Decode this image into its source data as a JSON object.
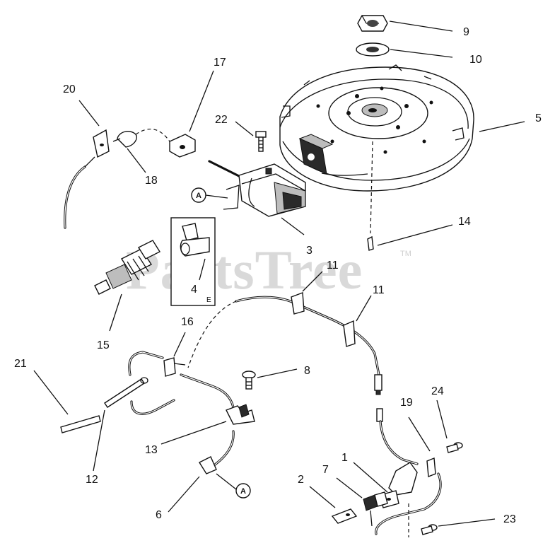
{
  "watermark": {
    "text": "PartsTree",
    "trademark": "TM"
  },
  "callouts": [
    {
      "id": "9",
      "label": "9"
    },
    {
      "id": "10",
      "label": "10"
    },
    {
      "id": "5",
      "label": "5"
    },
    {
      "id": "17",
      "label": "17"
    },
    {
      "id": "20",
      "label": "20"
    },
    {
      "id": "22",
      "label": "22"
    },
    {
      "id": "18",
      "label": "18"
    },
    {
      "id": "3",
      "label": "3"
    },
    {
      "id": "14",
      "label": "14"
    },
    {
      "id": "4",
      "label": "4"
    },
    {
      "id": "15",
      "label": "15"
    },
    {
      "id": "11a",
      "label": "11"
    },
    {
      "id": "11b",
      "label": "11"
    },
    {
      "id": "16",
      "label": "16"
    },
    {
      "id": "21",
      "label": "21"
    },
    {
      "id": "8",
      "label": "8"
    },
    {
      "id": "12",
      "label": "12"
    },
    {
      "id": "13",
      "label": "13"
    },
    {
      "id": "19",
      "label": "19"
    },
    {
      "id": "24",
      "label": "24"
    },
    {
      "id": "1",
      "label": "1"
    },
    {
      "id": "7",
      "label": "7"
    },
    {
      "id": "2",
      "label": "2"
    },
    {
      "id": "6",
      "label": "6"
    },
    {
      "id": "23",
      "label": "23"
    }
  ],
  "reference_markers": [
    {
      "id": "ref-a-top",
      "letter": "A"
    },
    {
      "id": "ref-a-bottom",
      "letter": "A"
    }
  ],
  "inset_marker": "E"
}
